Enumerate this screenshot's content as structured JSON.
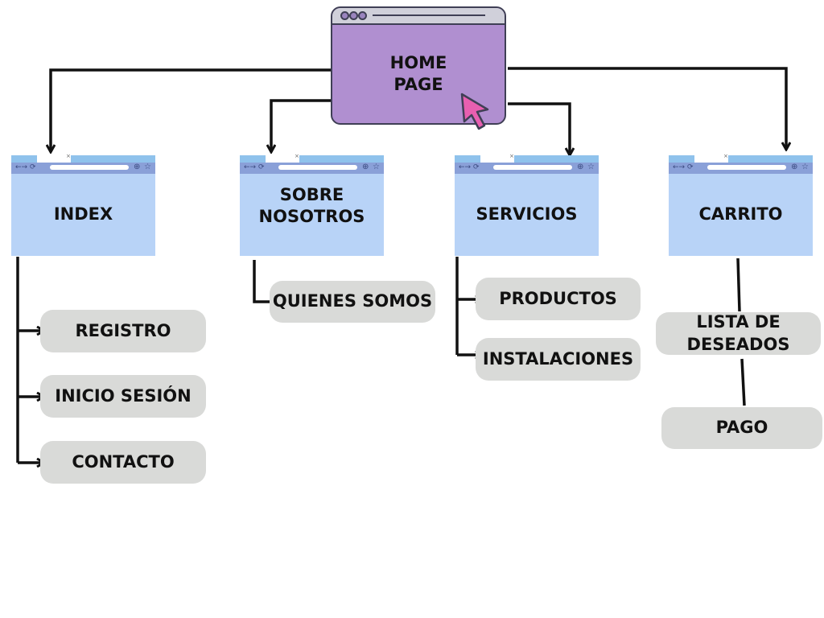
{
  "home": {
    "label_line1": "HOME",
    "label_line2": "PAGE"
  },
  "pages": {
    "index": "INDEX",
    "sobre_line1": "SOBRE",
    "sobre_line2": "NOSOTROS",
    "servicios": "SERVICIOS",
    "carrito": "CARRITO"
  },
  "items": {
    "registro": "REGISTRO",
    "inicio_sesion": "INICIO SESIÓN",
    "contacto": "CONTACTO",
    "quienes_somos": "QUIENES SOMOS",
    "productos": "PRODUCTOS",
    "instalaciones": "INSTALACIONES",
    "lista_line1": "LISTA DE",
    "lista_line2": "DESEADOS",
    "pago": "PAGO"
  },
  "colors": {
    "home_fill": "#b08fd0",
    "page_fill": "#b8d3f7",
    "pill_fill": "#d9dad8",
    "cursor_fill": "#e85fb0",
    "line": "#111111"
  },
  "icons": {
    "cursor": "pointer-cursor-icon",
    "browser_window": "browser-window-icon",
    "arrow": "arrow-head-icon"
  }
}
